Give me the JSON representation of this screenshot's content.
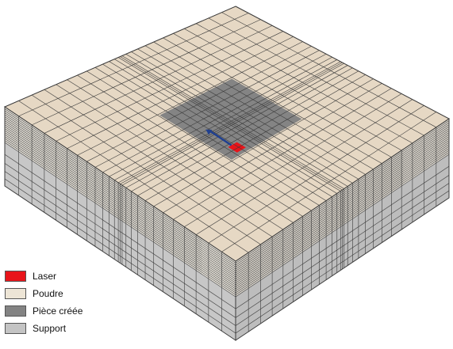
{
  "legend": {
    "items": [
      {
        "label": "Laser",
        "color": "#e8141a"
      },
      {
        "label": "Poudre",
        "color": "#ede5d6"
      },
      {
        "label": "Pièce créée",
        "color": "#838383"
      },
      {
        "label": "Support",
        "color": "#c4c4c4"
      }
    ]
  },
  "colors": {
    "powder_top": "#e6d8c4",
    "powder_side_left": "#e7e3da",
    "powder_side_right": "#ddd8cf",
    "support_left": "#c7c7c7",
    "support_right": "#bdbdbd",
    "part": "#848484",
    "laser": "#e8141a",
    "scan_arrow": "#1f3f8f",
    "mesh_lines": "#3a3a3a"
  }
}
